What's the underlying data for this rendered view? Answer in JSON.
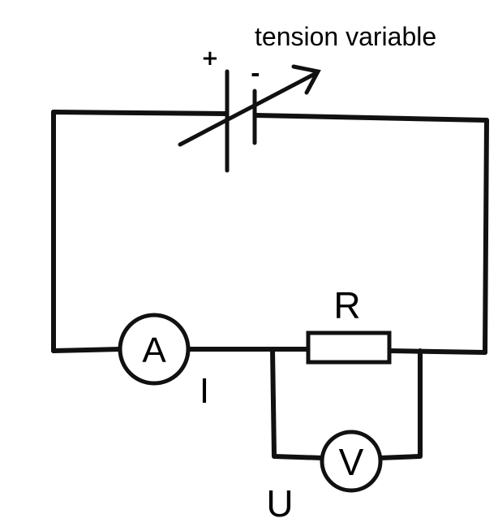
{
  "diagram": {
    "supply_label": "tension variable",
    "plus_sign": "+",
    "minus_sign": "-",
    "ammeter_symbol": "A",
    "voltmeter_symbol": "V",
    "resistor_label": "R",
    "current_label": "I",
    "voltage_label": "U"
  }
}
